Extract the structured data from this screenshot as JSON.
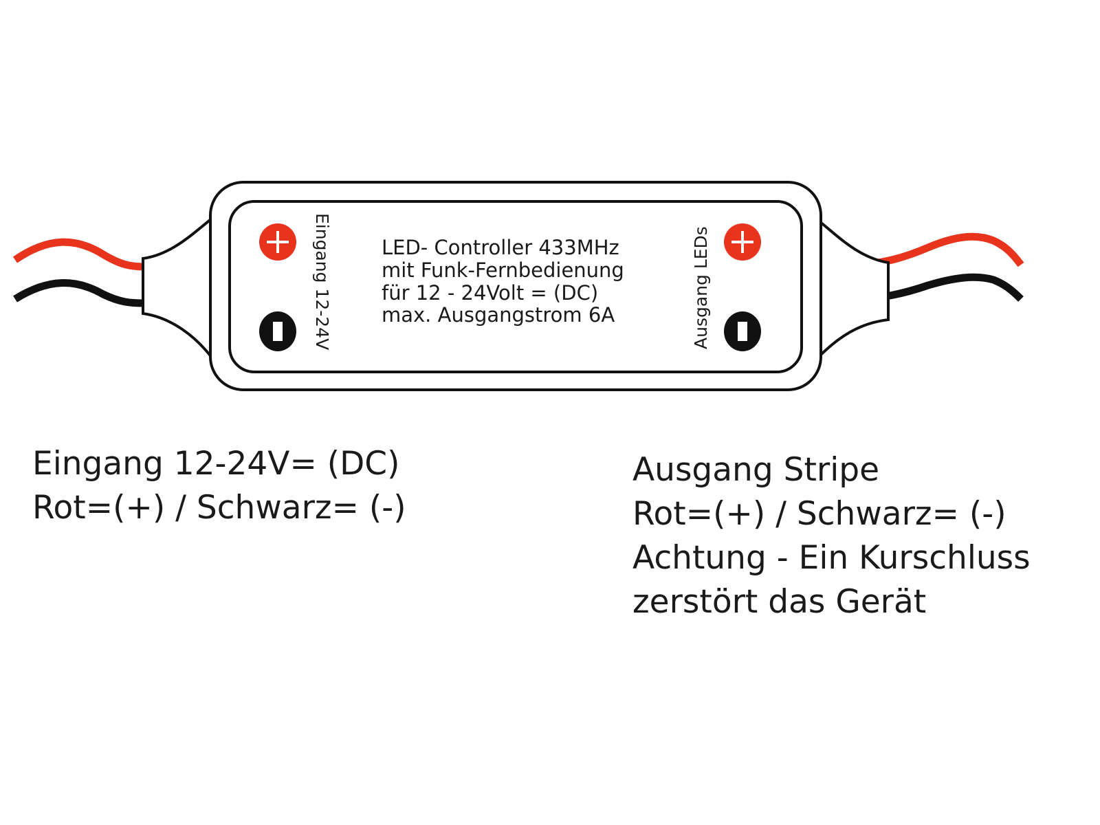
{
  "device": {
    "title_lines": [
      "LED- Controller 433MHz",
      "mit Funk-Fernbedienung",
      "für 12 - 24Volt = (DC)",
      "max. Ausgangstrom 6A"
    ],
    "input_side_label": "Eingang 12-24V",
    "output_side_label": "Ausgang LEDs",
    "plus_icon": "plus-circle-icon",
    "minus_icon": "minus-circle-icon",
    "colors": {
      "positive": "#e8341c",
      "negative": "#111111",
      "outline": "#111111"
    }
  },
  "captions": {
    "input": [
      "Eingang 12-24V= (DC)",
      "Rot=(+) / Schwarz= (-)"
    ],
    "output": [
      "Ausgang Stripe",
      "Rot=(+) / Schwarz= (-)",
      "Achtung - Ein Kurschluss",
      "zerstört das Gerät"
    ]
  }
}
